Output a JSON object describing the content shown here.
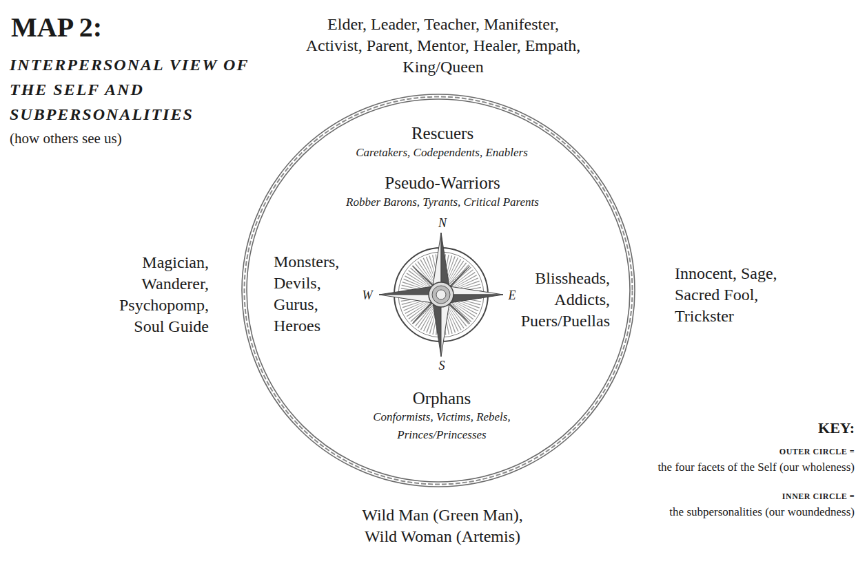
{
  "diagram": {
    "title": "MAP 2:",
    "nodes": [
      {
        "text": [
          "Rescuers",
          "Caretakers, Codependents, Enablers",
          "Pseudo-Warriors",
          "Robber Barons, Tyrants, Critical Parents",
          "Monsters, Devils, Gurus, Heroes",
          "Blissheads, Addicts, Puers/Puellas",
          "Orphans",
          "Conformists, Victims, Rebels, Princes/Princesses"
        ]
      }
    ],
    "labels": [
      "INTERPERSONAL VIEW OF THE SELF AND SUBPERSONALITIES",
      "(how others see us)",
      "Elder, Leader, Teacher, Manifester, Activist, Parent, Mentor, Healer, Empath, King/Queen",
      "Magician, Wanderer, Psychopomp, Soul Guide",
      "Innocent, Sage, Sacred Fool, Trickster",
      "Wild Man (Green Man), Wild Woman (Artemis)",
      "N",
      "W",
      "E",
      "S",
      "KEY:",
      "OUTER CIRCLE =",
      "the four facets of the Self (our wholeness)",
      "INNER CIRCLE =",
      "the subpersonalities (our woundedness)"
    ]
  }
}
